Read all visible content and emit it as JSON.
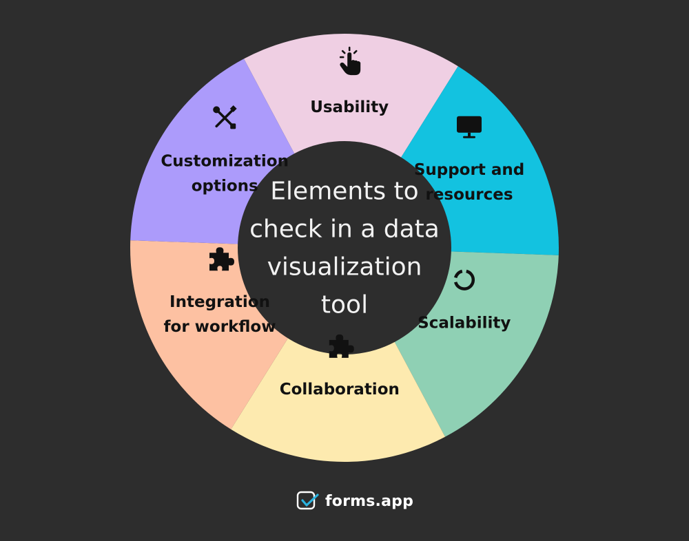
{
  "colors": {
    "background": "#2d2d2d",
    "hub": "#2d2d2d",
    "hub_text": "#f2f2f2",
    "label": "#111111",
    "brand_text": "#ffffff",
    "brand_accent": "#2bb3e0"
  },
  "diagram": {
    "center_lines": [
      "Elements to",
      "check in a data",
      "visualization",
      "tool"
    ],
    "segments": [
      {
        "id": "usability",
        "lines": [
          "Usability"
        ],
        "icon": "pointer-tap-icon",
        "color": "#efcfe3"
      },
      {
        "id": "support",
        "lines": [
          "Support and",
          "resources"
        ],
        "icon": "monitor-icon",
        "color": "#13c2e0"
      },
      {
        "id": "scalability",
        "lines": [
          "Scalability"
        ],
        "icon": "ring-chart-icon",
        "color": "#8fd0b4"
      },
      {
        "id": "collaboration",
        "lines": [
          "Collaboration"
        ],
        "icon": "puzzle-icon",
        "color": "#fdeaaf"
      },
      {
        "id": "integration",
        "lines": [
          "Integration",
          "for workflow"
        ],
        "icon": "puzzle-icon",
        "color": "#fdc1a2"
      },
      {
        "id": "customization",
        "lines": [
          "Customization",
          "options"
        ],
        "icon": "tools-icon",
        "color": "#ac9bfb"
      }
    ]
  },
  "brand": {
    "name": "forms.app",
    "icon": "forms-app-logo-icon"
  }
}
